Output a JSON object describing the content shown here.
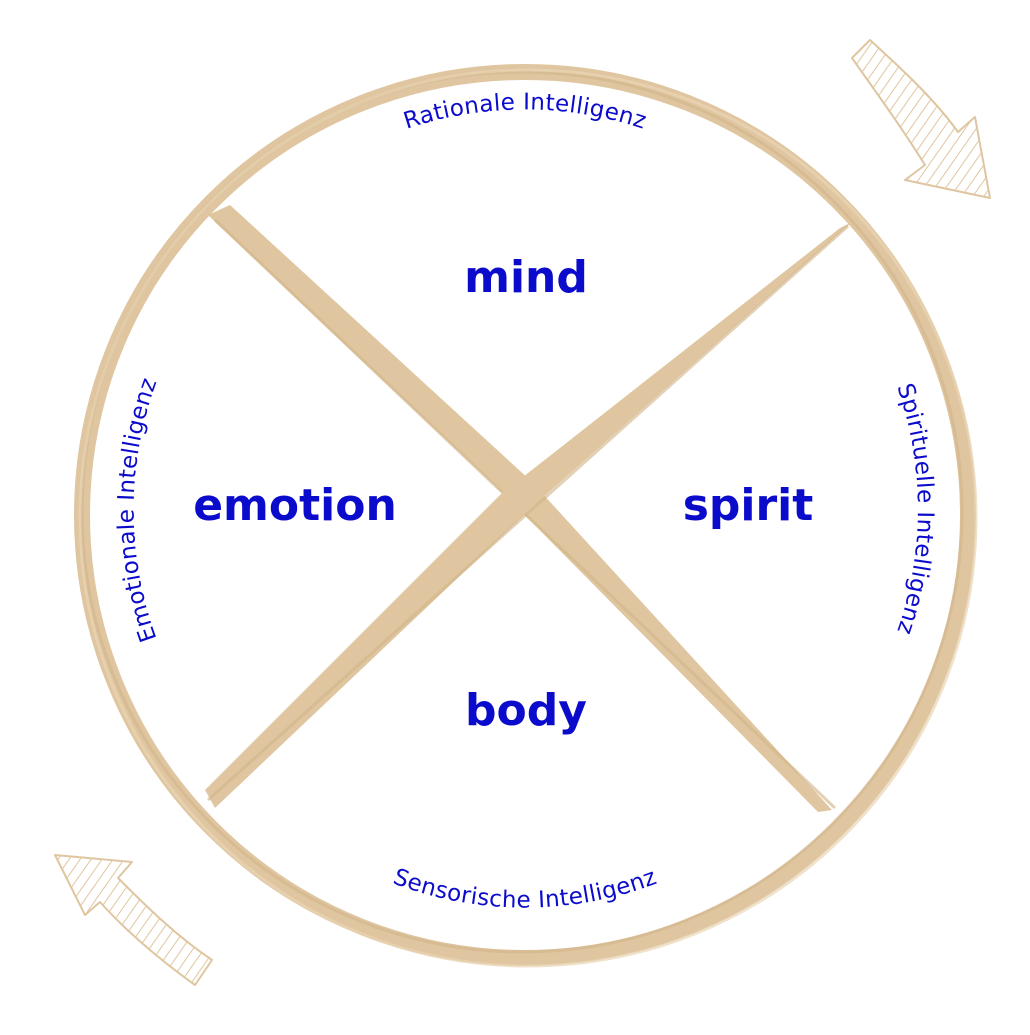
{
  "colors": {
    "ring": "#dfc6a0",
    "ring_dark": "#d2b488",
    "text": "#0b0bcc",
    "arrow": "#dfc6a0"
  },
  "quadrants": {
    "top": "mind",
    "left": "emotion",
    "right": "spirit",
    "bottom": "body"
  },
  "ring_labels": {
    "top": "Rationale Intelligenz",
    "left": "Emotionale Intelligenz",
    "right": "Spirituelle Intelligenz",
    "bottom": "Sensorische Intelligenz"
  },
  "arrows": {
    "top_right": "curved-arrow-clockwise-icon",
    "bottom_left": "curved-arrow-clockwise-icon"
  }
}
